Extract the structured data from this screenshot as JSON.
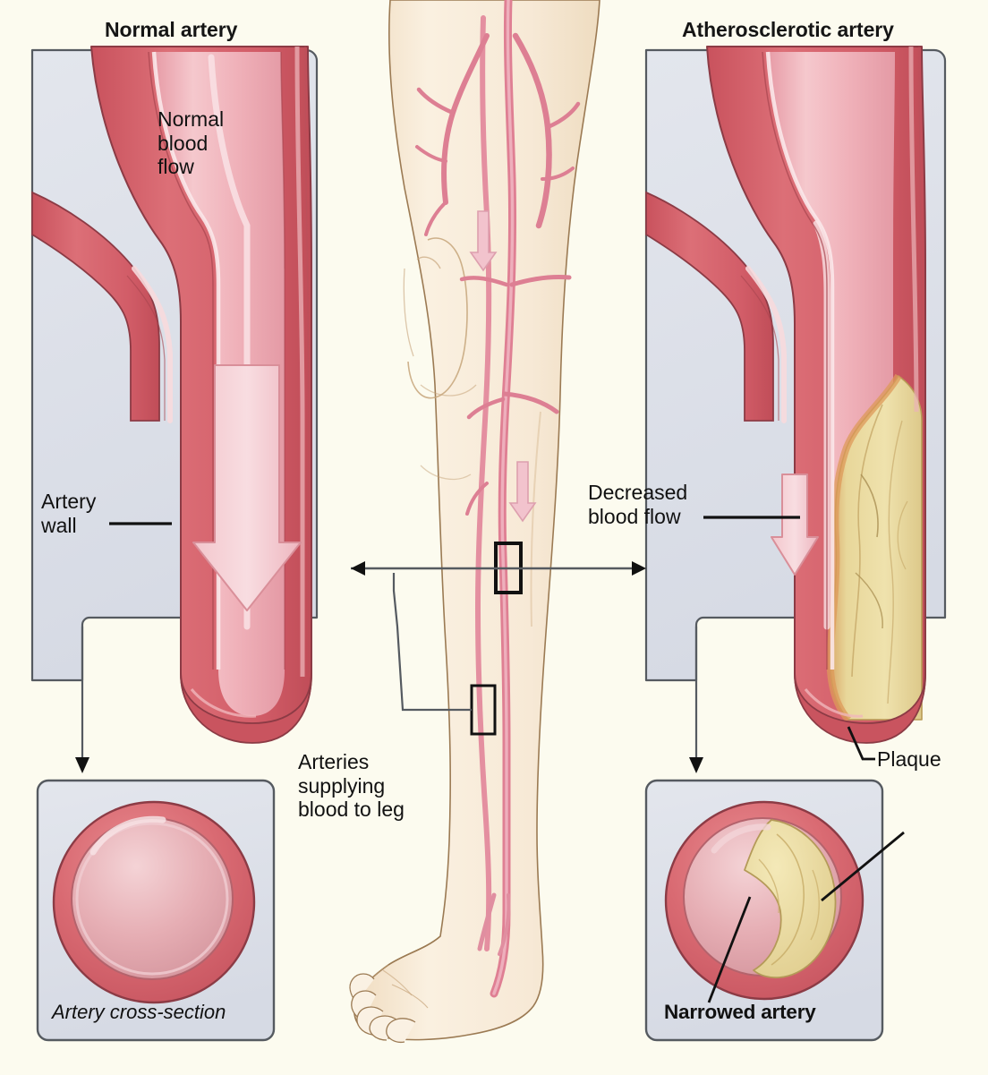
{
  "figure": {
    "kind": "medical-illustration",
    "subject": "Peripheral artery disease — normal vs atherosclerotic leg artery",
    "background_color": "#fcfbef"
  },
  "panels": {
    "left": {
      "title": "Normal artery",
      "callouts": [
        {
          "name": "normal-blood-flow",
          "text": "Normal\nblood\nflow"
        },
        {
          "name": "artery-wall",
          "text": "Artery\nwall"
        }
      ],
      "cross_section_caption": "Artery cross-section"
    },
    "right": {
      "title": "Atherosclerotic artery",
      "callouts": [
        {
          "name": "decreased-blood-flow",
          "text": "Decreased\nblood flow"
        },
        {
          "name": "plaque",
          "text": "Plaque"
        }
      ],
      "cross_section_caption": "Narrowed artery"
    }
  },
  "center": {
    "leg_callout": "Arteries\nsupplying\nblood to leg"
  },
  "colors": {
    "background": "#fcfbef",
    "panel_fill": "#dcdfe8",
    "panel_stroke": "#555a60",
    "artery_wall": "#d9636b",
    "artery_wall_dark": "#c9525d",
    "artery_lumen": "#efa7ae",
    "artery_lumen_light": "#f3bcc2",
    "artery_highlight": "#f8dde0",
    "plaque": "#e7d79a",
    "plaque_shadow": "#d9a96a",
    "skin": "#f6e7d2",
    "skin_shadow": "#e9d3b5",
    "vessel_red": "#e07f93",
    "text": "#111111",
    "leader_line": "#111111",
    "connector": "#555a60"
  }
}
